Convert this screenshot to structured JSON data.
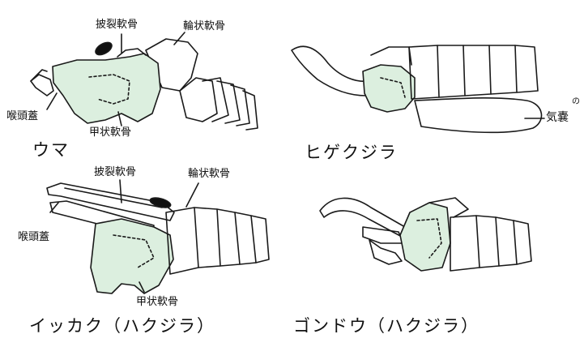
{
  "colors": {
    "cartilage_fill": "#dcefdf",
    "outline": "#1a1a1a",
    "cartilage_dark": "#111111",
    "background": "#ffffff"
  },
  "panels": {
    "horse": {
      "caption": "ウマ",
      "labels": {
        "arytenoid": "披裂軟骨",
        "cricoid": "輪状軟骨",
        "epiglottis": "喉頭蓋",
        "thyroid": "甲状軟骨"
      }
    },
    "baleen": {
      "caption": "ヒゲクジラ",
      "labels": {
        "trachea": "気嚢",
        "note": "の"
      }
    },
    "narwhal": {
      "caption": "イッカク（ハクジラ）",
      "labels": {
        "arytenoid": "披裂軟骨",
        "cricoid": "輪状軟骨",
        "epiglottis": "喉頭蓋",
        "thyroid": "甲状軟骨"
      }
    },
    "pilot": {
      "caption": "ゴンドウ（ハクジラ）"
    }
  }
}
